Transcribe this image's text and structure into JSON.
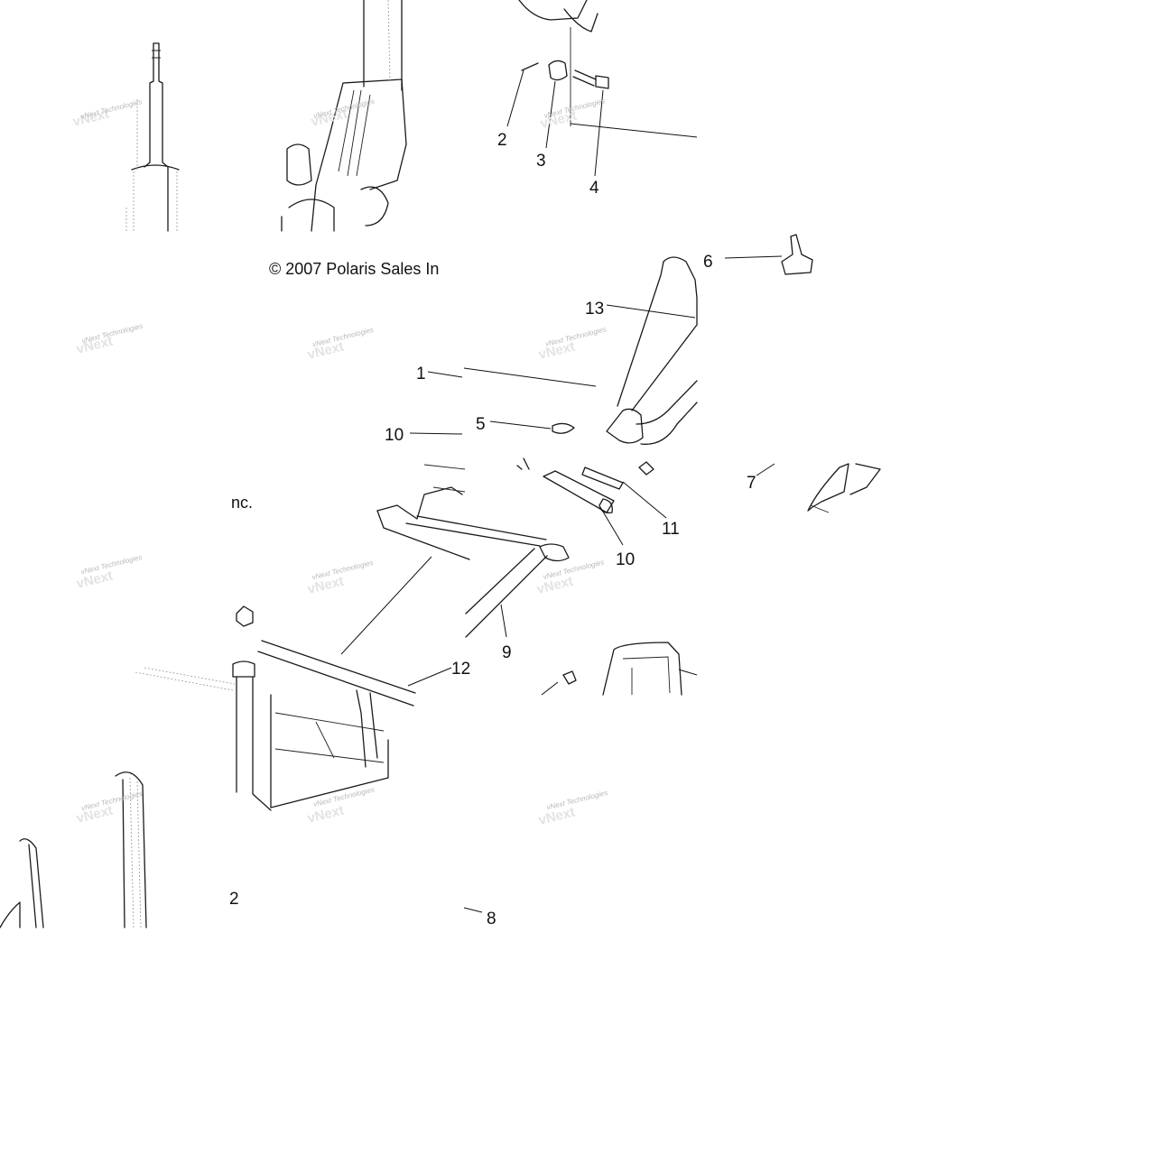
{
  "diagram": {
    "copyright": "© 2007 Polaris Sales In",
    "copyright_fragment": "nc.",
    "watermark": "vNext Technologies",
    "callouts": [
      {
        "label": "2"
      },
      {
        "label": "3"
      },
      {
        "label": "4"
      },
      {
        "label": "6"
      },
      {
        "label": "13"
      },
      {
        "label": "1"
      },
      {
        "label": "5"
      },
      {
        "label": "10"
      },
      {
        "label": "7"
      },
      {
        "label": "11"
      },
      {
        "label": "10"
      },
      {
        "label": "9"
      },
      {
        "label": "12"
      },
      {
        "label": "2"
      },
      {
        "label": "8"
      }
    ]
  }
}
